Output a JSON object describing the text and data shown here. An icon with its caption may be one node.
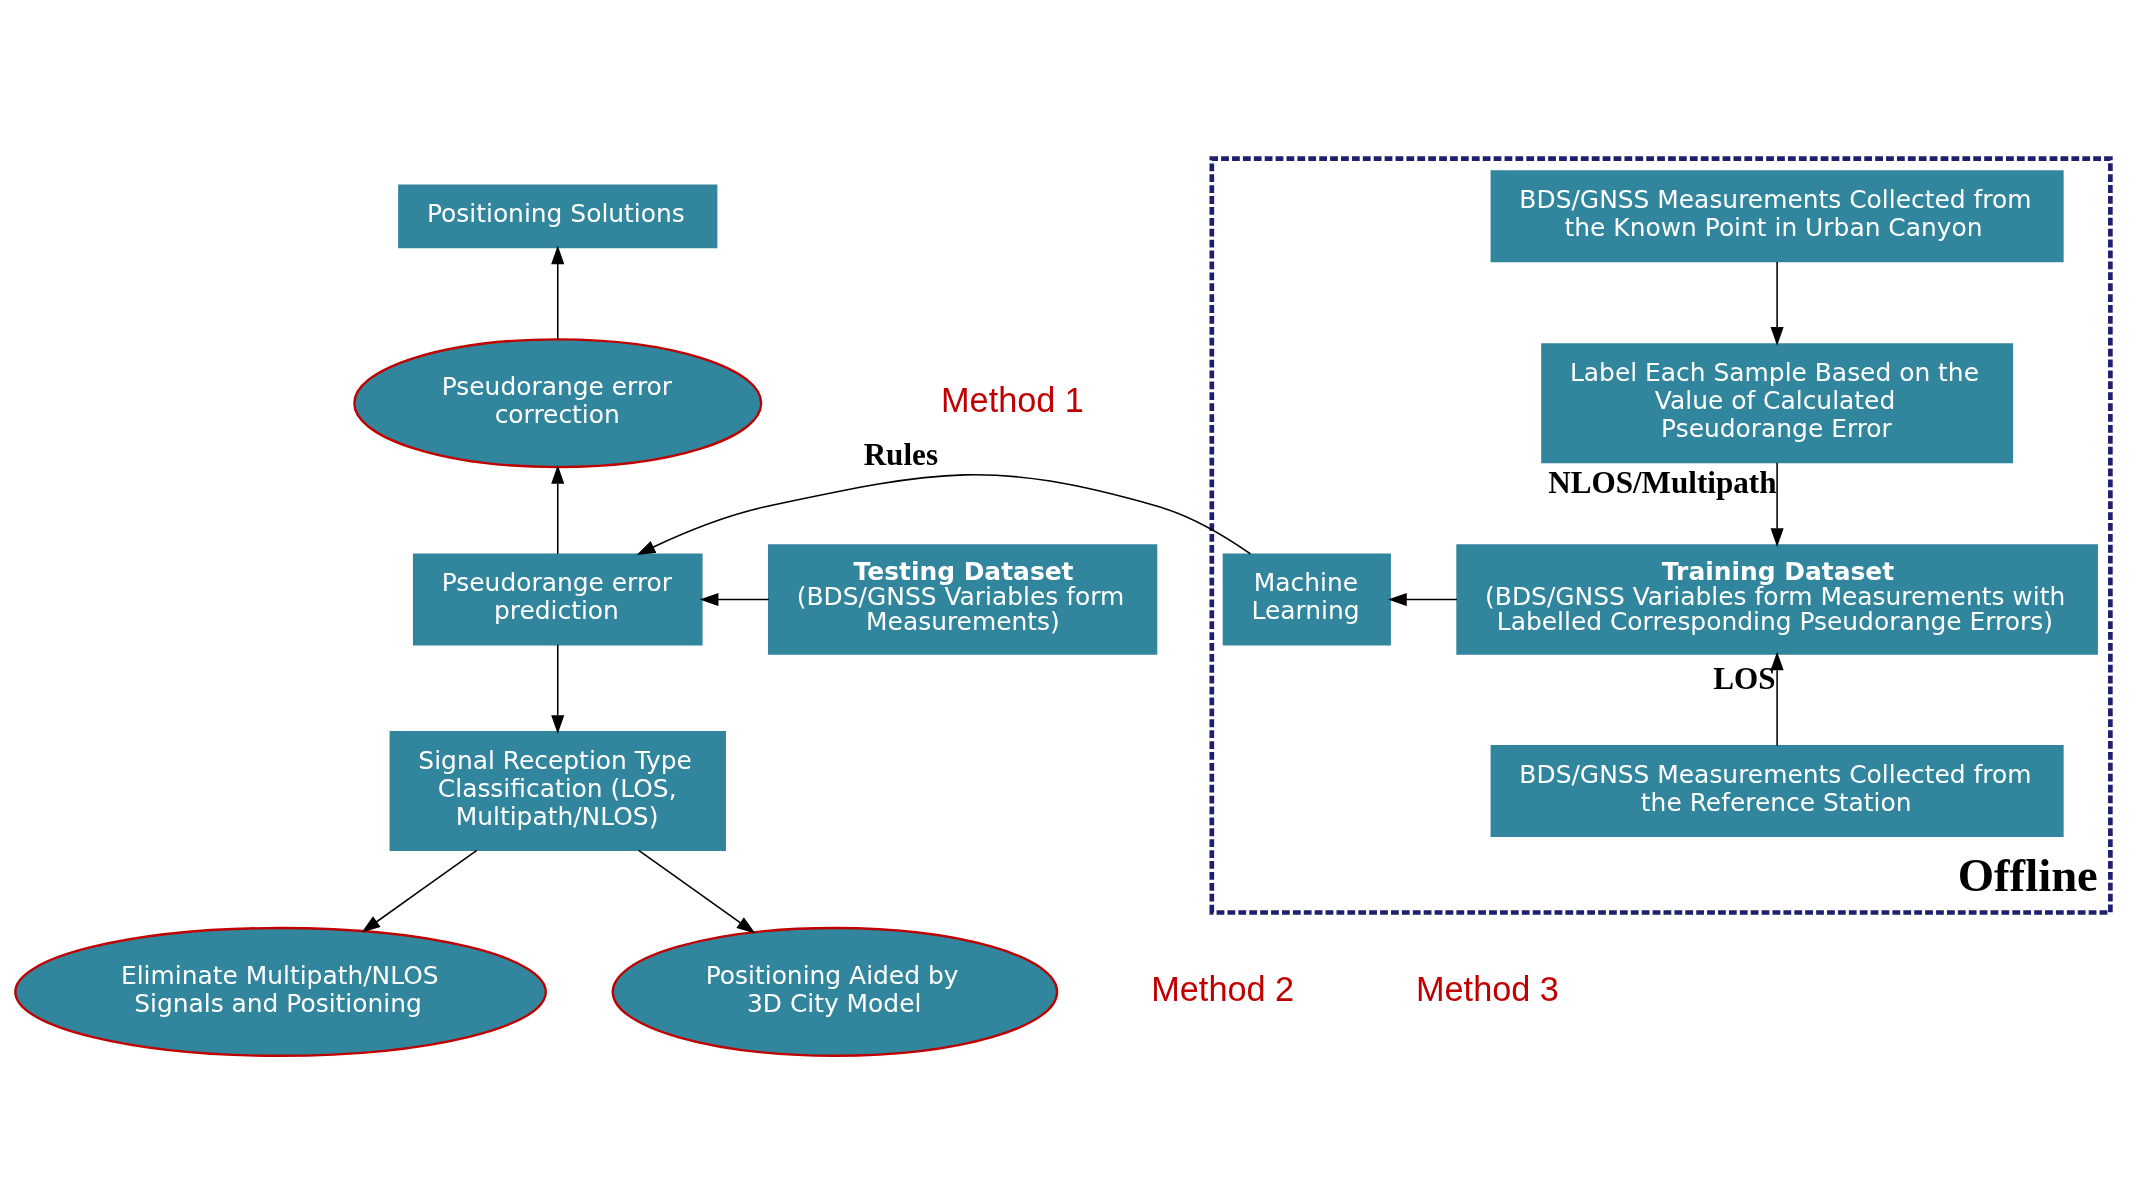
{
  "diagram": {
    "nodes": [
      {
        "text": [
          "Positioning Solutions"
        ]
      },
      {
        "text": [
          "Pseudorange error correction"
        ]
      },
      {
        "text": [
          "Testing Dataset",
          "(BDS/GNSS Variables form Measurements)"
        ]
      },
      {
        "text": [
          "Pseudorange error prediction"
        ]
      },
      {
        "text": [
          "Signal Reception Type Classification (LOS, Multipath/NLOS)"
        ]
      },
      {
        "text": [
          "Eliminate Multipath/NLOS Signals and Positioning"
        ]
      },
      {
        "text": [
          "Positioning Aided by 3D City Model"
        ]
      },
      {
        "text": [
          "Offline"
        ]
      },
      {
        "text": [
          "BDS/GNSS Measurements Collected from the Known Point in Urban Canyon"
        ],
        "in": 7
      },
      {
        "text": [
          "Label Each Sample Based on the Value of Calculated Pseudorange Error"
        ],
        "in": 7
      },
      {
        "text": [
          "Training Dataset",
          "(BDS/GNSS Variables form Measurements with Labelled Corresponding Pseudorange Errors)"
        ],
        "in": 7
      },
      {
        "text": [
          "Machine Learning"
        ],
        "in": 7
      },
      {
        "text": [
          "BDS/GNSS Measurements Collected from the Reference Station"
        ],
        "in": 7
      }
    ],
    "edges": [
      {
        "from": 1,
        "to": 0,
        "arrow": "to"
      },
      {
        "from": 3,
        "to": 1,
        "arrow": "to"
      },
      {
        "from": 2,
        "to": 3,
        "arrow": "to"
      },
      {
        "from": 11,
        "to": 3,
        "arrow": "to",
        "label": "Rules"
      },
      {
        "from": 3,
        "to": 4,
        "arrow": "to"
      },
      {
        "from": 4,
        "to": 5,
        "arrow": "to"
      },
      {
        "from": 4,
        "to": 6,
        "arrow": "to"
      },
      {
        "from": 8,
        "to": 9,
        "arrow": "to"
      },
      {
        "from": 9,
        "to": 10,
        "arrow": "to",
        "label": "NLOS/Multipath"
      },
      {
        "from": 12,
        "to": 10,
        "arrow": "to",
        "label": "LOS"
      },
      {
        "from": 10,
        "to": 11,
        "arrow": "to"
      }
    ],
    "labels": [
      "Method 1",
      "Method 2",
      "Method 3"
    ]
  }
}
